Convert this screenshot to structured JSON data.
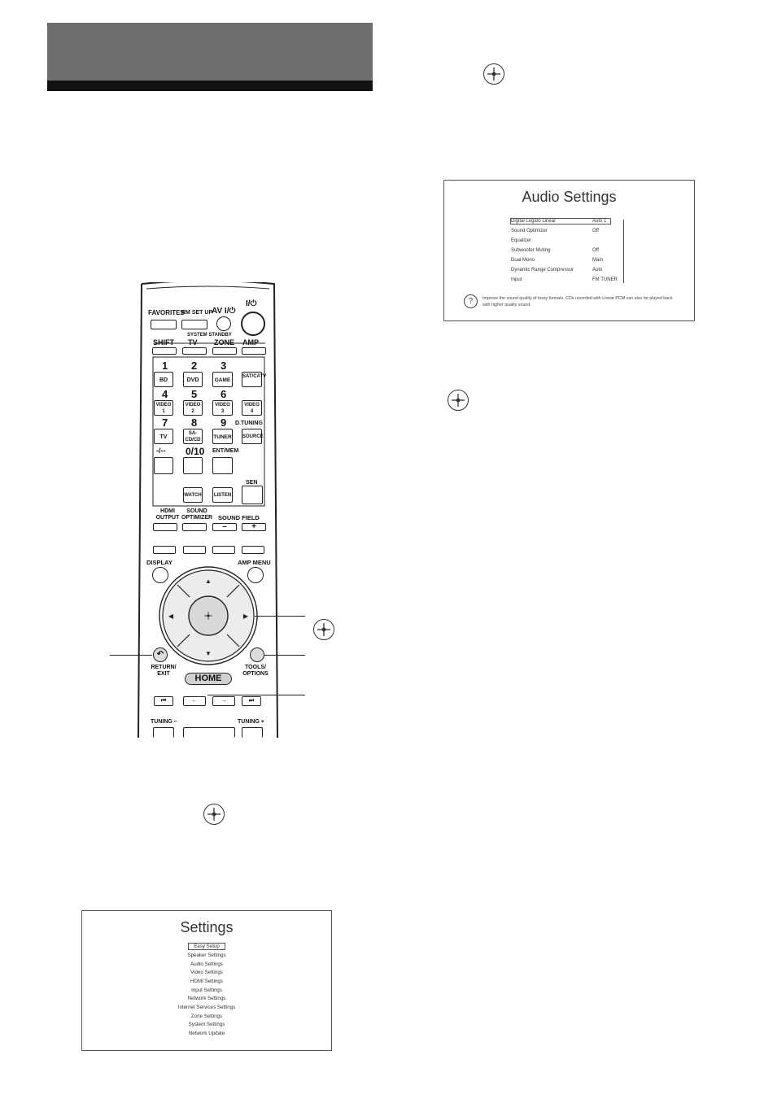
{
  "settings_screen": {
    "title": "Settings",
    "items": [
      "Easy Setup",
      "Speaker Settings",
      "Audio Settings",
      "Video Settings",
      "HDMI Settings",
      "Input Settings",
      "Network Settings",
      "Internet Services Settings",
      "Zone Settings",
      "System Settings",
      "Network Update"
    ]
  },
  "audio_screen": {
    "title": "Audio Settings",
    "rows": [
      {
        "label": "Digital Legato Linear",
        "value": "Auto 1"
      },
      {
        "label": "Sound Optimizer",
        "value": "Off"
      },
      {
        "label": "Equalizer",
        "value": ""
      },
      {
        "label": "Subwoofer Muting",
        "value": "Off"
      },
      {
        "label": "Dual Mono",
        "value": "Main"
      },
      {
        "label": "Dynamic Range Compressor",
        "value": "Auto"
      },
      {
        "label": "Input",
        "value": "FM TUNER"
      }
    ],
    "help_icon": "?",
    "help_line1": "Improve the sound quality of lossy formats. CDs recorded with Linear PCM can also be played back",
    "help_line2": "with higher quality sound."
  },
  "remote": {
    "favorites": "FAVORITES",
    "rm_set_up": "RM SET UP",
    "av_power": "AV I/⏻",
    "power": "I/⏻",
    "system_standby": "SYSTEM STANDBY",
    "shift": "SHIFT",
    "tv": "TV",
    "zone": "ZONE",
    "amp": "AMP",
    "n1": "1",
    "n2": "2",
    "n3": "3",
    "n4": "4",
    "n5": "5",
    "n6": "6",
    "n7": "7",
    "n8": "8",
    "n9": "9",
    "n_dash": "-/--",
    "n0": "0/10",
    "ent_mem": "ENT/MEM",
    "bd": "BD",
    "dvd": "DVD",
    "game": "GAME",
    "sat": "SAT/CATV",
    "video1": "VIDEO 1",
    "video2": "VIDEO 2",
    "video3": "VIDEO 3",
    "video4": "VIDEO 4",
    "tv_btn": "TV",
    "sacd": "SA-CD/CD",
    "tuner": "TUNER",
    "source": "SOURCE",
    "dtuning": "D.TUNING",
    "watch": "WATCH",
    "listen": "LISTEN",
    "sen": "SEN",
    "hdmi_output": "HDMI OUTPUT",
    "sound_optimizer": "SOUND OPTIMIZER",
    "sound_field": "SOUND FIELD",
    "minus": "–",
    "plus": "+",
    "display": "DISPLAY",
    "amp_menu": "AMP MENU",
    "return_exit": "RETURN/ EXIT",
    "tools_options": "TOOLS/ OPTIONS",
    "home": "HOME",
    "tuning_minus": "TUNING –",
    "tuning_plus": "TUNING +"
  }
}
